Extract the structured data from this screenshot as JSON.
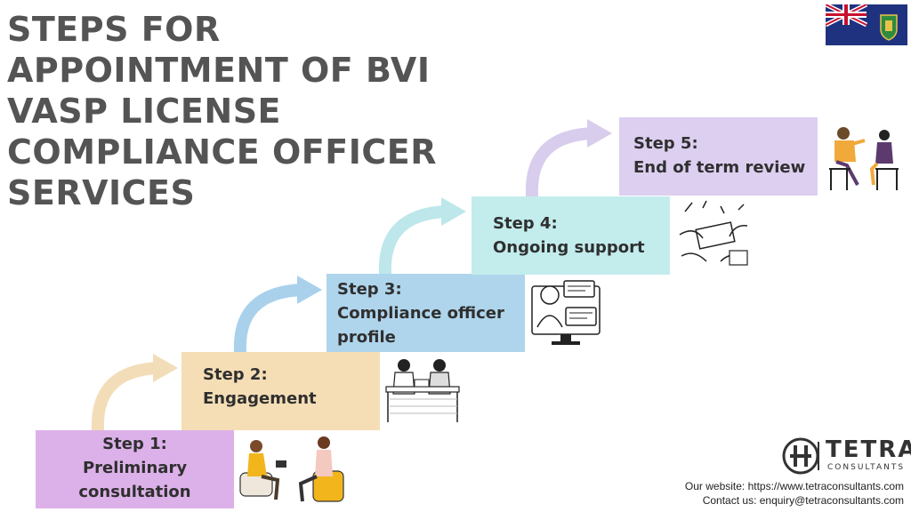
{
  "title": {
    "lines": [
      "STEPS FOR",
      "APPOINTMENT OF BVI",
      "VASP LICENSE",
      "COMPLIANCE OFFICER",
      "SERVICES"
    ]
  },
  "steps": [
    {
      "lines": [
        "Step 1:",
        "Preliminary",
        "consultation"
      ],
      "color": "#dcb1e9"
    },
    {
      "lines": [
        "Step 2:",
        "Engagement"
      ],
      "color": "#f5deb6"
    },
    {
      "lines": [
        "Step 3:",
        "Compliance officer",
        "profile"
      ],
      "color": "#afd5ec"
    },
    {
      "lines": [
        "Step 4:",
        "Ongoing support"
      ],
      "color": "#c3eced"
    },
    {
      "lines": [
        "Step 5:",
        "End of term review"
      ],
      "color": "#dccff0"
    }
  ],
  "logo": {
    "name": "TETRA",
    "sub": "CONSULTANTS"
  },
  "footer": {
    "website": "Our website: https://www.tetraconsultants.com",
    "contact": "Contact us: enquiry@tetraconsultants.com"
  }
}
